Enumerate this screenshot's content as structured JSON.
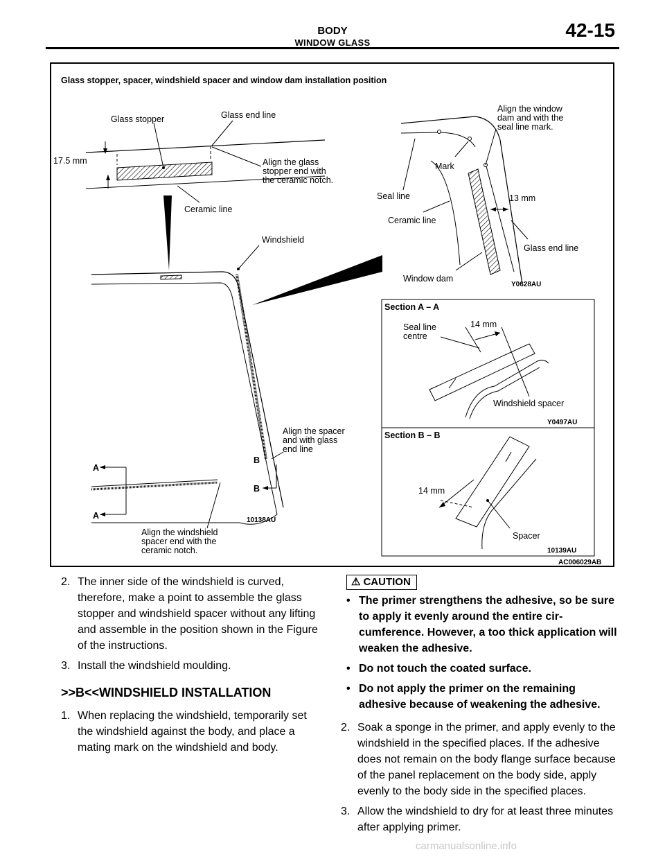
{
  "header": {
    "title": "BODY",
    "subtitle": "WINDOW GLASS",
    "page": "42-15"
  },
  "figure": {
    "caption": "Glass stopper, spacer, windshield spacer and window dam installation position",
    "labels": {
      "glass_stopper": "Glass stopper",
      "glass_end_line": "Glass end line",
      "dim_175": "17.5 mm",
      "align_glass_1": "Align the glass",
      "align_glass_2": "stopper end with",
      "align_glass_3": "the ceramic notch.",
      "ceramic_line": "Ceramic line",
      "windshield": "Windshield",
      "align_window_1": "Align the window",
      "align_window_2": "dam and with the",
      "align_window_3": "seal line mark.",
      "mark": "Mark",
      "seal_line": "Seal line",
      "dim_13": "13 mm",
      "ceramic_line_2": "Ceramic line",
      "glass_end_line_2": "Glass end line",
      "window_dam": "Window dam",
      "code_y0628": "Y0628AU",
      "section_a": "Section A – A",
      "seal_line_centre_1": "Seal line",
      "seal_line_centre_2": "centre",
      "dim_14a": "14 mm",
      "windshield_spacer": "Windshield spacer",
      "code_y0497": "Y0497AU",
      "section_b": "Section B – B",
      "dim_14b": "14 mm",
      "spacer": "Spacer",
      "code_10139": "10139AU",
      "align_spacer_1": "Align the spacer",
      "align_spacer_2": "and with glass",
      "align_spacer_3": "end line",
      "marker_a": "A",
      "marker_b": "B",
      "align_ws_1": "Align the windshield",
      "align_ws_2": "spacer end with the",
      "align_ws_3": "ceramic notch.",
      "code_10138": "10138AU",
      "code_ac": "AC006029AB"
    }
  },
  "left_column": {
    "step2_num": "2.",
    "step2_text": "The inner side of the windshield is curved, therefore, make a point to assemble the glass stopper and windshield spacer without any lifting and assemble in the position shown in the Figure of the instructions.",
    "step3_num": "3.",
    "step3_text": "Install the windshield moulding.",
    "heading": ">>B<<WINDSHIELD INSTALLATION",
    "step1_num": "1.",
    "step1_text": "When replacing the windshield, temporarily set the windshield against the body, and place a mating mark on the windshield and body."
  },
  "right_column": {
    "caution_label": "CAUTION",
    "bullets": [
      "The primer strengthens the adhesive, so be sure to apply it evenly around the entire cir-cumference. However, a too thick application will weaken the adhesive.",
      "Do not touch the coated surface.",
      "Do not apply the primer on the remaining adhesive because of weakening the adhesive."
    ],
    "step2_num": "2.",
    "step2_text": "Soak a sponge in the primer, and apply evenly to the windshield in the specified places. If the adhesive does not remain on the body flange surface because of the panel replacement on the body side, apply evenly to the body side in the specified places.",
    "step3_num": "3.",
    "step3_text": "Allow the windshield to dry for at least three minutes after applying primer."
  },
  "footer": {
    "watermark": "carmanualsonline.info"
  }
}
